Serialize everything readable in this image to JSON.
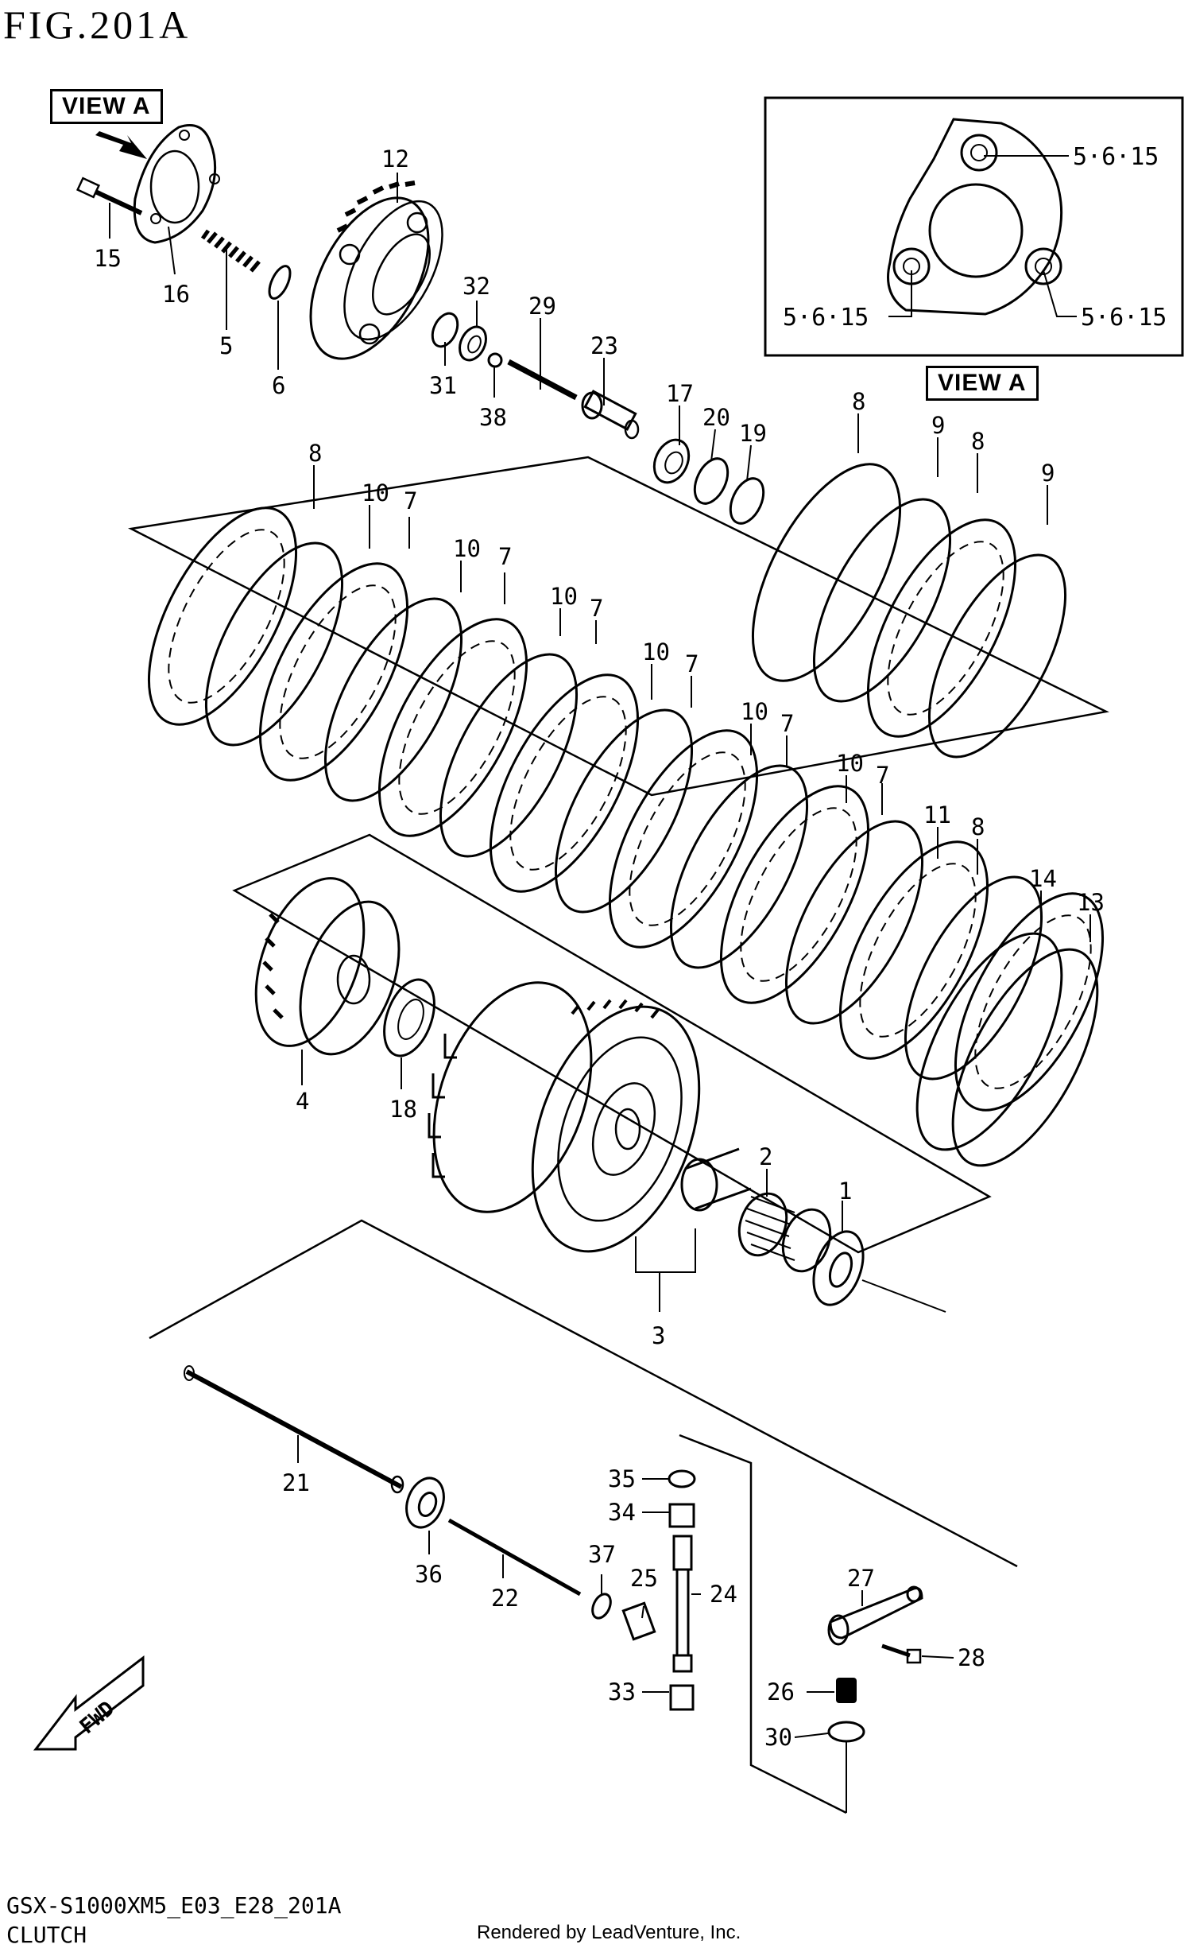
{
  "figure": {
    "title": "FIG.201A",
    "model_code": "GSX-S1000XM5_E03_E28_201A",
    "section_name": "CLUTCH",
    "credit": "Rendered by LeadVenture, Inc."
  },
  "view_a": {
    "tag_main": "VIEW A",
    "tag_inset": "VIEW A",
    "bolt_labels": [
      "5·6·15",
      "5·6·15",
      "5·6·15"
    ]
  },
  "fwd_label": "FWD",
  "callouts": [
    "1",
    "2",
    "3",
    "4",
    "5",
    "6",
    "7",
    "8",
    "9",
    "10",
    "11",
    "12",
    "13",
    "14",
    "15",
    "16",
    "17",
    "18",
    "19",
    "20",
    "21",
    "22",
    "23",
    "24",
    "25",
    "26",
    "27",
    "28",
    "29",
    "30",
    "31",
    "32",
    "33",
    "34",
    "35",
    "36",
    "37",
    "38"
  ]
}
